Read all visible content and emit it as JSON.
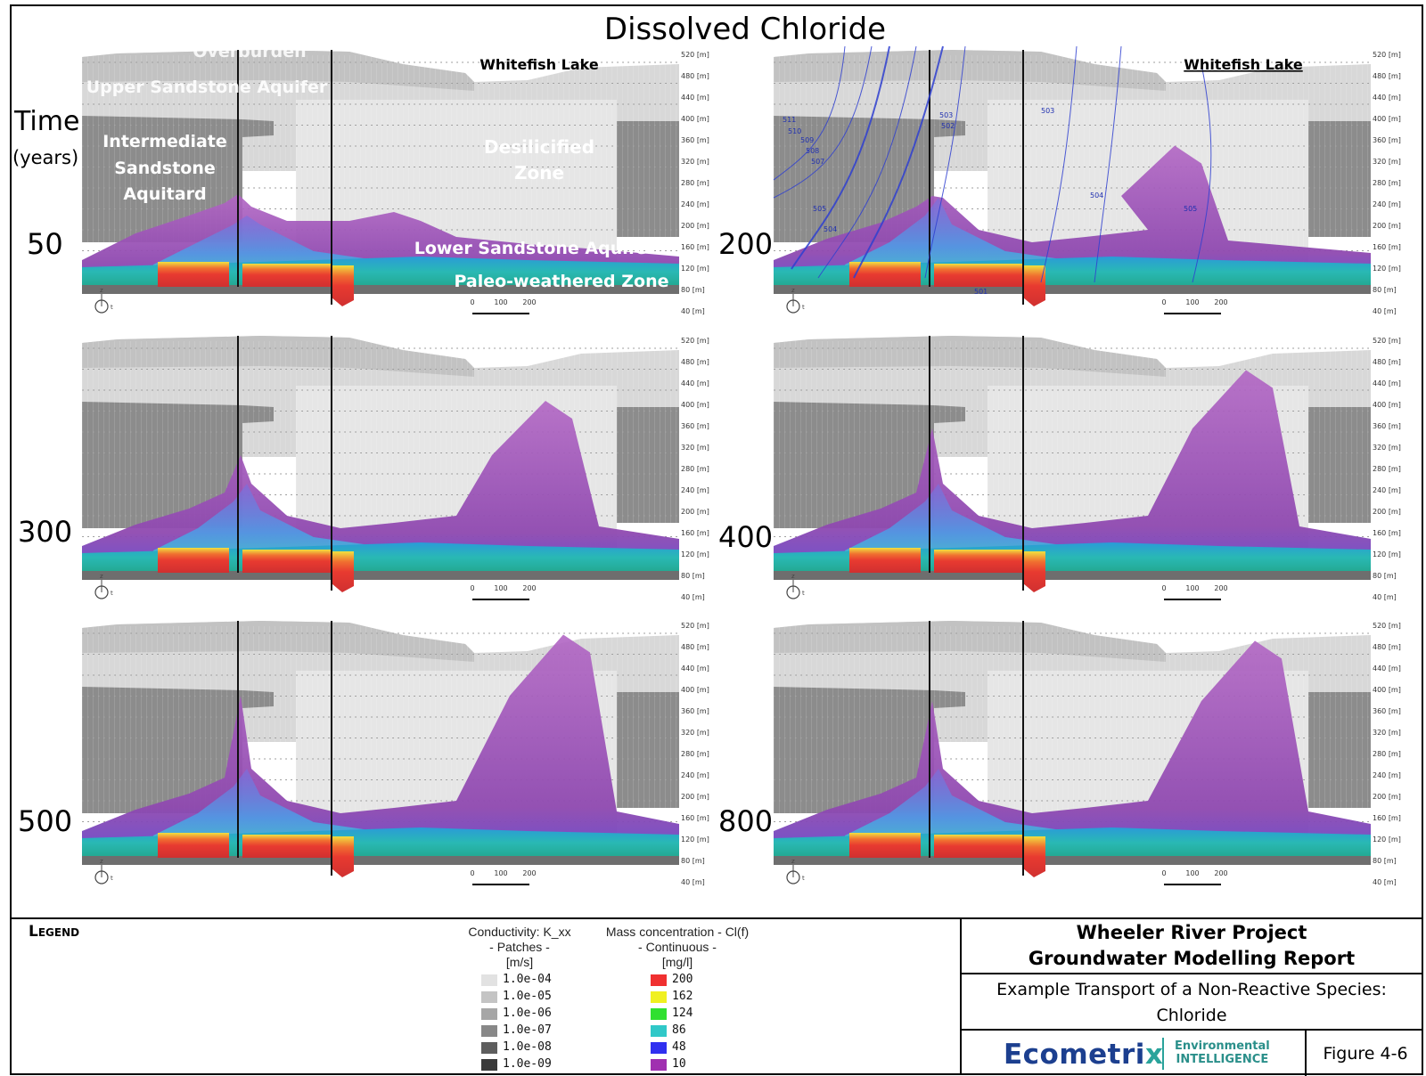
{
  "title": "Dissolved Chloride",
  "time_label": {
    "line1": "Time",
    "line2": "(years)"
  },
  "colors": {
    "frame": "#000000",
    "plume_purple": "#a050b8",
    "plume_blue": "#5a7ce0",
    "plume_cyan": "#2abfbf",
    "plume_red": "#e83a30",
    "aquitard_gray": "#8a8a8a",
    "upper_gray": "#cfcfcf"
  },
  "zone_labels": {
    "overburden": "Overburden",
    "upper": "Upper Sandstone Aquifer",
    "intermediate": [
      "Intermediate",
      "Sandstone",
      "Aquitard"
    ],
    "desilicified": [
      "Desilicified",
      "Zone"
    ],
    "lower": "Lower Sandstone Aquifer",
    "paleo": "Paleo-weathered Zone",
    "lake": "Whitefish Lake"
  },
  "elevation_ticks": [
    "520 [m]",
    "480 [m]",
    "440 [m]",
    "400 [m]",
    "360 [m]",
    "320 [m]",
    "280 [m]",
    "240 [m]",
    "200 [m]",
    "160 [m]",
    "120 [m]",
    "80 [m]",
    "40 [m]"
  ],
  "scale_bar": [
    "0",
    "100",
    "200"
  ],
  "axis_icon": {
    "z": "z",
    "x": "t"
  },
  "panels": [
    {
      "time": "50"
    },
    {
      "time": "200"
    },
    {
      "time": "300"
    },
    {
      "time": "400"
    },
    {
      "time": "500"
    },
    {
      "time": "800"
    }
  ],
  "head_contours": [
    "511",
    "510",
    "509",
    "508",
    "507",
    "505",
    "504",
    "503",
    "502",
    "501",
    "504",
    "505",
    "503"
  ],
  "legend": {
    "title": "Legend",
    "conductivity": {
      "header": [
        "Conductivity: K_xx",
        "- Patches -",
        "[m/s]"
      ],
      "items": [
        {
          "label": "1.0e-04",
          "color": "#e2e2e2"
        },
        {
          "label": "1.0e-05",
          "color": "#c4c4c4"
        },
        {
          "label": "1.0e-06",
          "color": "#a6a6a6"
        },
        {
          "label": "1.0e-07",
          "color": "#888888"
        },
        {
          "label": "1.0e-08",
          "color": "#5e5e5e"
        },
        {
          "label": "1.0e-09",
          "color": "#3a3a3a"
        }
      ]
    },
    "concentration": {
      "header": [
        "Mass concentration - Cl(f)",
        "- Continuous -",
        "[mg/l]"
      ],
      "items": [
        {
          "label": "200",
          "color": "#f03030"
        },
        {
          "label": "162",
          "color": "#f0f020"
        },
        {
          "label": "124",
          "color": "#30e030"
        },
        {
          "label": "86",
          "color": "#30c8c8"
        },
        {
          "label": "48",
          "color": "#3030f0"
        },
        {
          "label": "10",
          "color": "#a030b0"
        }
      ]
    }
  },
  "title_block": {
    "project": [
      "Wheeler River Project",
      "Groundwater Modelling Report"
    ],
    "description": [
      "Example Transport of a Non-Reactive Species:",
      "Chloride"
    ],
    "logo": {
      "main": "Ecometri",
      "accent": "x",
      "sub": [
        "Environmental",
        "INTELLIGENCE"
      ]
    },
    "figure": "Figure 4-6"
  },
  "plume_levels": [
    {
      "time": "50",
      "peak_fraction": 0.12
    },
    {
      "time": "200",
      "peak_fraction": 0.55
    },
    {
      "time": "300",
      "peak_fraction": 0.7
    },
    {
      "time": "400",
      "peak_fraction": 0.85
    },
    {
      "time": "500",
      "peak_fraction": 0.95
    },
    {
      "time": "800",
      "peak_fraction": 0.92
    }
  ]
}
